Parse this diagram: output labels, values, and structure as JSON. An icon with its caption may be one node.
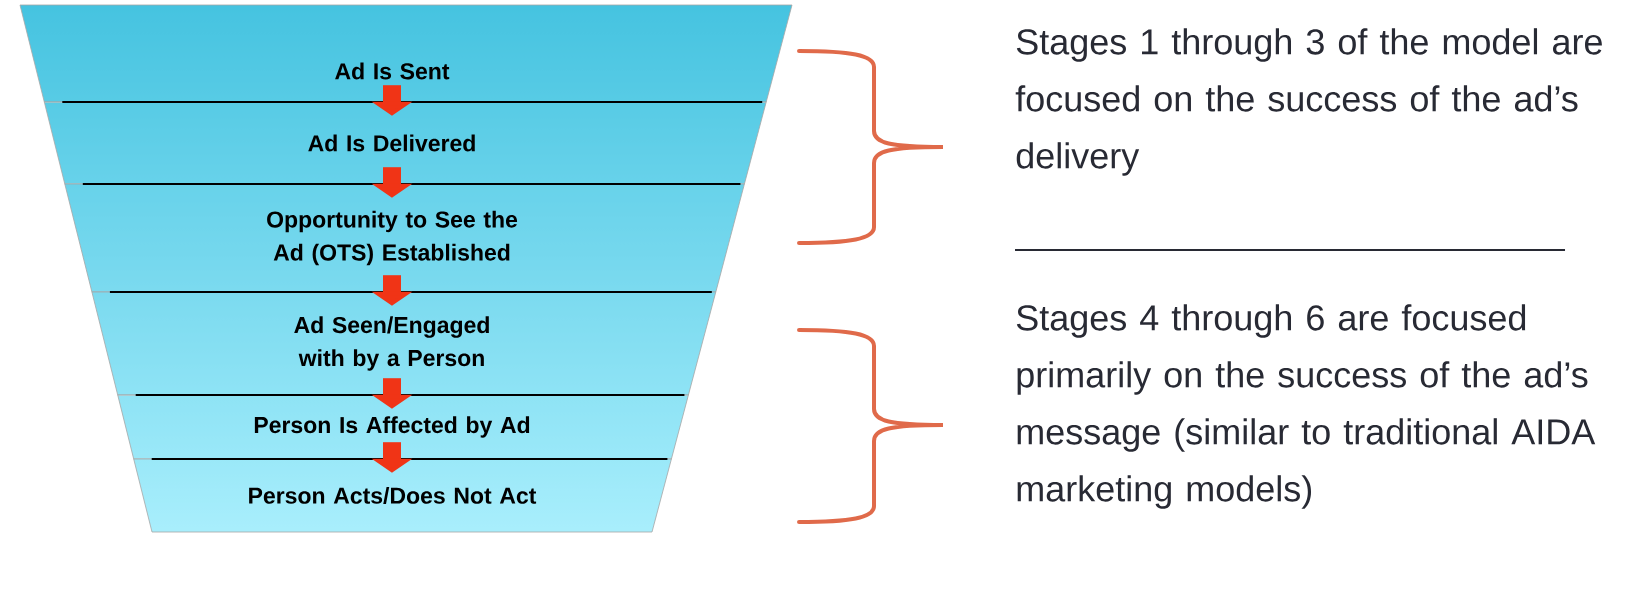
{
  "diagram": {
    "nodes": [
      {
        "text": [
          "Ad Is Sent"
        ]
      },
      {
        "text": [
          "Ad Is Delivered"
        ]
      },
      {
        "text": [
          "Opportunity to See the Ad (OTS) Established"
        ]
      },
      {
        "text": [
          "Ad Seen/Engaged with by a Person"
        ]
      },
      {
        "text": [
          "Person Is Affected by Ad"
        ]
      },
      {
        "text": [
          "Person Acts/Does Not Act"
        ]
      }
    ],
    "edges": [
      {
        "from": 0,
        "to": 1,
        "arrow": "to"
      },
      {
        "from": 1,
        "to": 2,
        "arrow": "to"
      },
      {
        "from": 2,
        "to": 3,
        "arrow": "to"
      },
      {
        "from": 3,
        "to": 4,
        "arrow": "to"
      },
      {
        "from": 4,
        "to": 5,
        "arrow": "to"
      }
    ],
    "labels": [
      "Stages 1 through 3 of the model are focused on the success of the ad’s delivery",
      "Stages 4 through 6 are focused primarily on the success of the ad’s message (similar to traditional AIDA marketing models)"
    ]
  }
}
